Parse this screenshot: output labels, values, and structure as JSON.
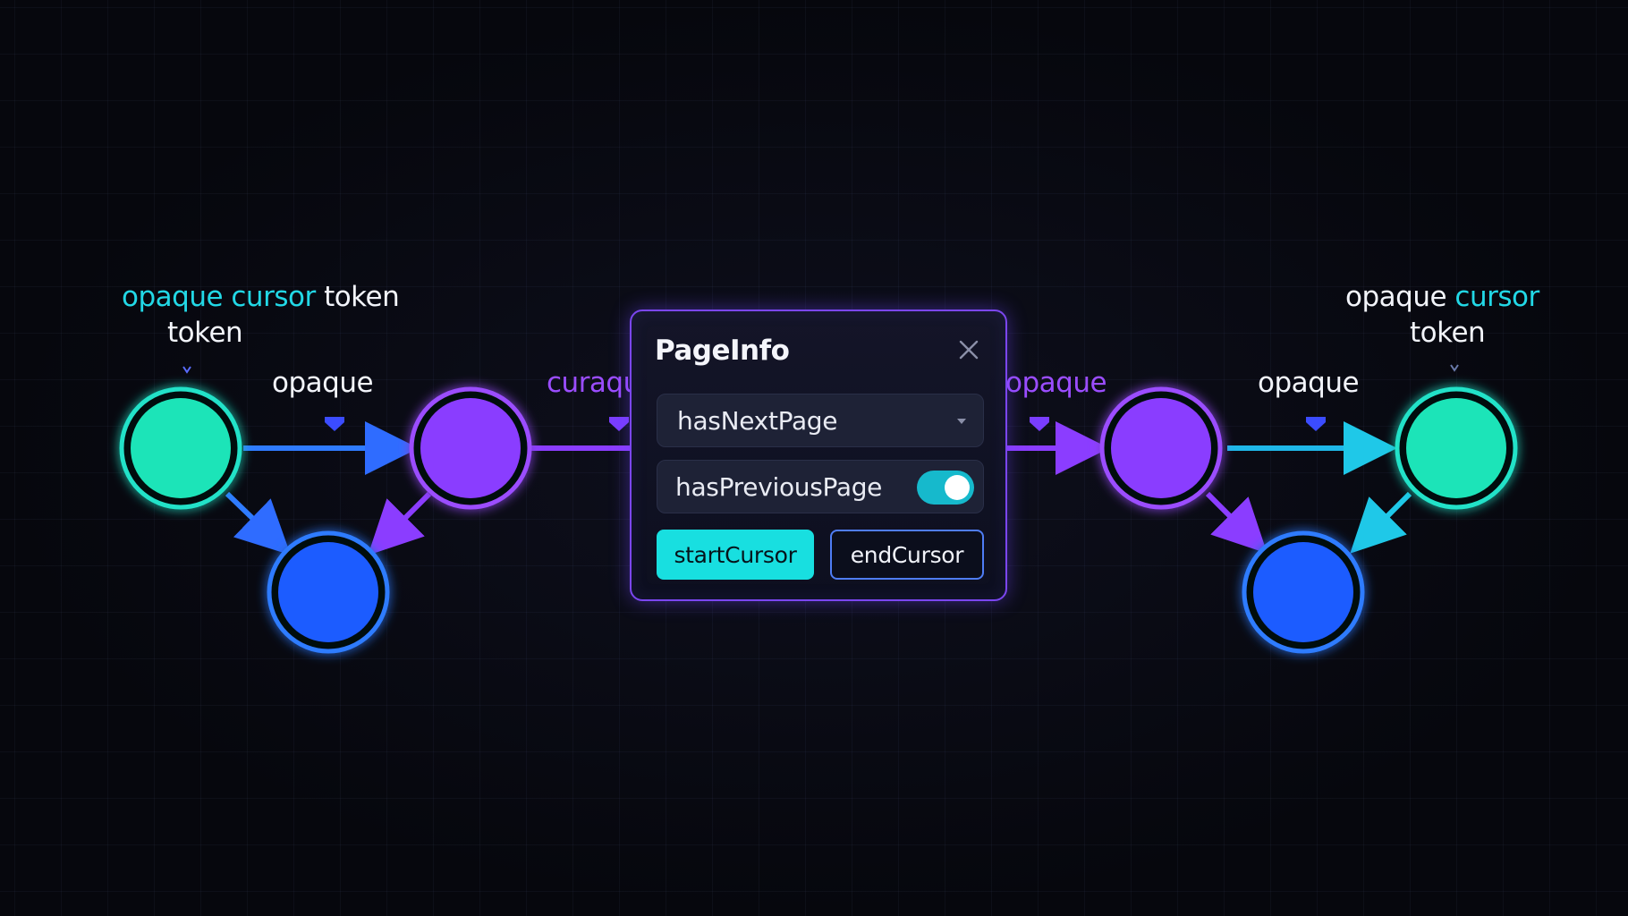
{
  "labels": {
    "left_top_cyan": "opaque cursor",
    "left_top_white": "token",
    "left_second": "token",
    "left_edge": "opaque",
    "mid_left_partial": "curaqu",
    "mid_right_partial": "opaque",
    "right_top_white": "opaque",
    "right_top_cyan": "cursor",
    "right_second": "token",
    "right_edge": "opaque"
  },
  "panel": {
    "title": "PageInfo",
    "select_value": "hasNextPage",
    "toggle_label": "hasPreviousPage",
    "toggle_on": true,
    "start_button": "startCursor",
    "end_button": "endCursor"
  },
  "colors": {
    "cyan": "#22d8e6",
    "teal_node": "#1ee6bf",
    "purple": "#8a3dff",
    "blue": "#1f5bff",
    "panel_border": "#7b46f0"
  }
}
